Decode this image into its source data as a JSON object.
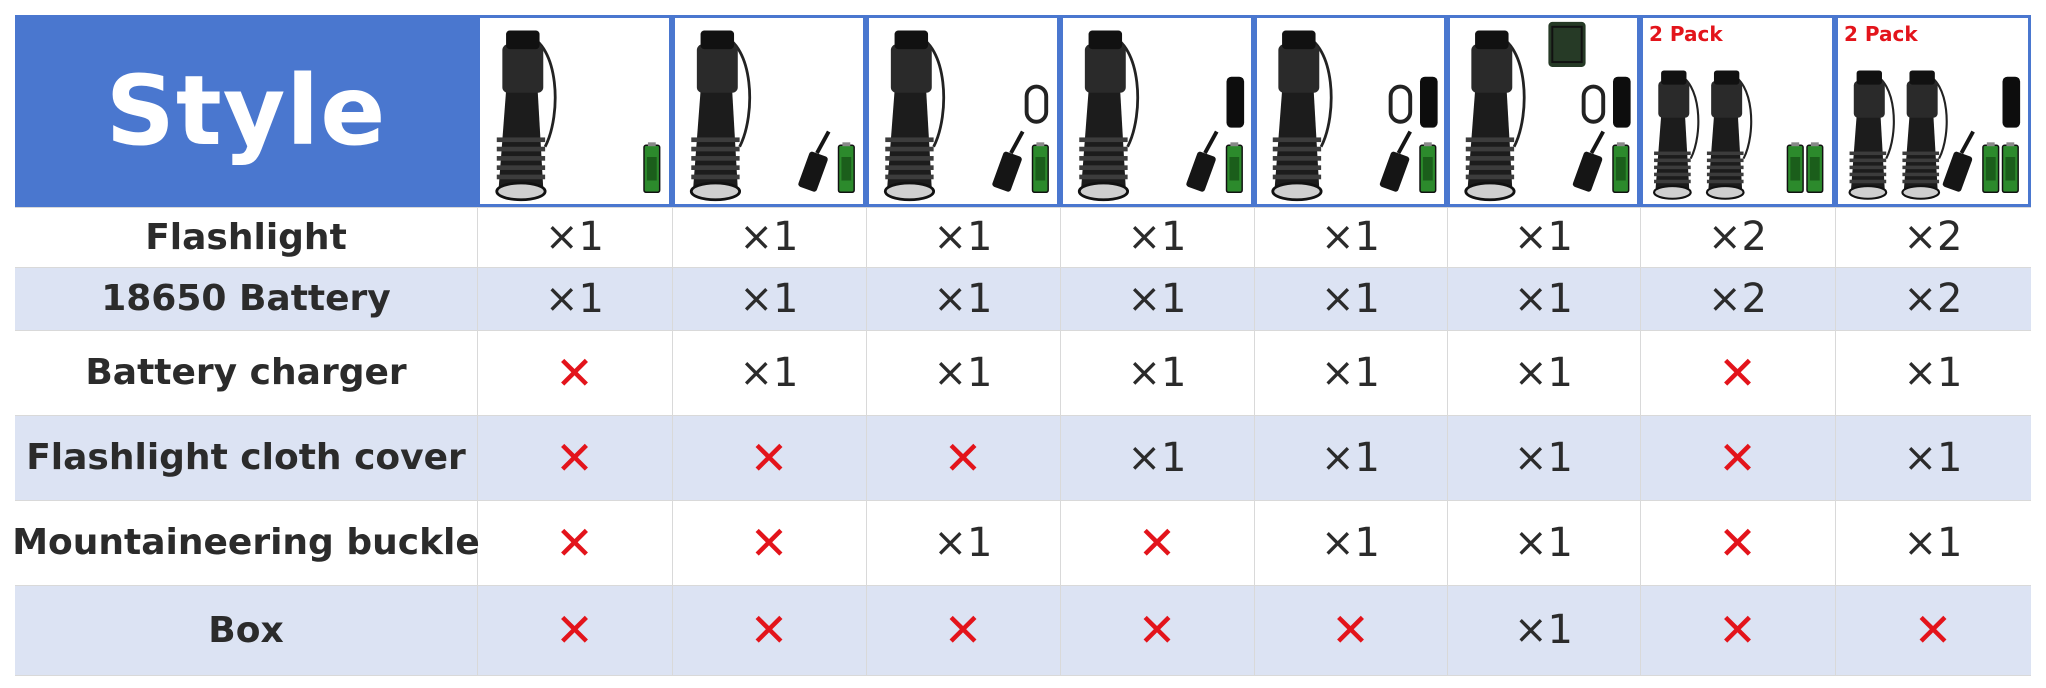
{
  "header": {
    "title": "Style",
    "variants": [
      {
        "badge": "",
        "items": [
          "flashlight",
          "battery"
        ]
      },
      {
        "badge": "",
        "items": [
          "flashlight",
          "charger",
          "battery"
        ]
      },
      {
        "badge": "",
        "items": [
          "flashlight",
          "buckle",
          "charger",
          "battery"
        ]
      },
      {
        "badge": "",
        "items": [
          "flashlight",
          "cover",
          "charger",
          "battery"
        ]
      },
      {
        "badge": "",
        "items": [
          "flashlight",
          "buckle",
          "cover",
          "charger",
          "battery"
        ]
      },
      {
        "badge": "",
        "items": [
          "flashlight",
          "box",
          "buckle",
          "cover",
          "charger",
          "battery"
        ]
      },
      {
        "badge": "2 Pack",
        "items": [
          "flashlight2",
          "battery2"
        ]
      },
      {
        "badge": "2 Pack",
        "items": [
          "flashlight2",
          "cover",
          "charger",
          "battery2"
        ]
      }
    ]
  },
  "rows": [
    {
      "label": "Flashlight",
      "values": [
        "×1",
        "×1",
        "×1",
        "×1",
        "×1",
        "×1",
        "×2",
        "×2"
      ]
    },
    {
      "label": "18650 Battery",
      "values": [
        "×1",
        "×1",
        "×1",
        "×1",
        "×1",
        "×1",
        "×2",
        "×2"
      ]
    },
    {
      "label": "Battery charger",
      "values": [
        "✕",
        "×1",
        "×1",
        "×1",
        "×1",
        "×1",
        "✕",
        "×1"
      ]
    },
    {
      "label": "Flashlight cloth cover",
      "values": [
        "✕",
        "✕",
        "✕",
        "×1",
        "×1",
        "×1",
        "✕",
        "×1"
      ]
    },
    {
      "label": "Mountaineering buckle",
      "values": [
        "✕",
        "✕",
        "×1",
        "✕",
        "×1",
        "×1",
        "✕",
        "×1"
      ]
    },
    {
      "label": "Box",
      "values": [
        "✕",
        "✕",
        "✕",
        "✕",
        "✕",
        "×1",
        "✕",
        "✕"
      ]
    }
  ],
  "colors": {
    "header_blue": "#4a77cf",
    "row_band": "#dce3f3",
    "cross_red": "#e3141b",
    "text": "#2b2b2b"
  },
  "icons": {
    "included": "quantity-text",
    "not_included": "red-cross-icon"
  }
}
